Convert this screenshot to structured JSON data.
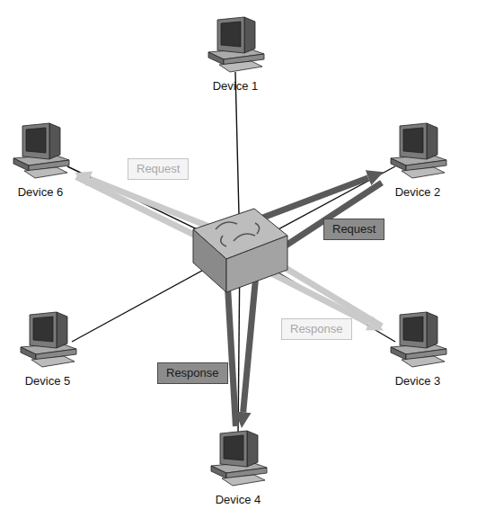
{
  "diagram": {
    "nodes": [
      {
        "text": [
          "Device 1"
        ]
      },
      {
        "text": [
          "Device 2"
        ]
      },
      {
        "text": [
          "Device 3"
        ]
      },
      {
        "text": [
          "Device 4"
        ]
      },
      {
        "text": [
          "Device 5"
        ]
      },
      {
        "text": [
          "Device 6"
        ]
      }
    ],
    "edges": [
      {
        "from": 2,
        "to": 5,
        "label": "Request",
        "arrow": "to"
      },
      {
        "from": 3,
        "to": 1,
        "label": "Request",
        "arrow": "to"
      },
      {
        "from": 5,
        "to": 2,
        "label": "Response",
        "arrow": "to"
      },
      {
        "from": 1,
        "to": 3,
        "label": "Response",
        "arrow": "to"
      }
    ]
  }
}
